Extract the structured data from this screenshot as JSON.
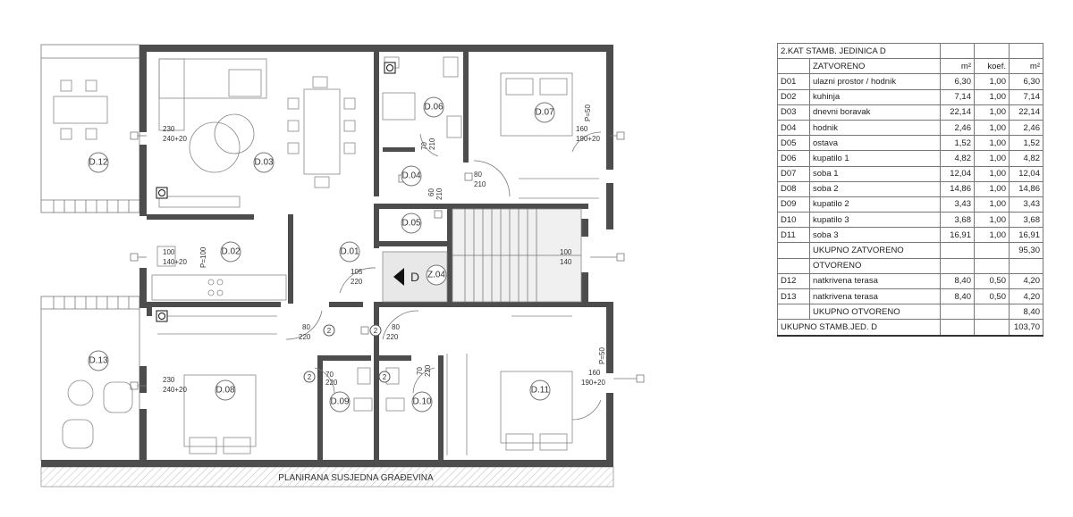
{
  "plan": {
    "neighbor_label": "PLANIRANA SUSJEDNA GRAĐEVINA",
    "stair_label": "D",
    "rooms": {
      "D01": "D.01",
      "D02": "D.02",
      "D03": "D.03",
      "D04": "D.04",
      "D05": "D.05",
      "D06": "D.06",
      "D07": "D.07",
      "D08": "D.08",
      "D09": "D.09",
      "D10": "D.10",
      "D11": "D.11",
      "D12": "D.12",
      "D13": "D.13",
      "Z04": "Z.04"
    },
    "dims": {
      "w230a": "230",
      "w240a": "240+20",
      "w230b": "230",
      "w240b": "240+20",
      "w100a": "100",
      "w140a": "140+20",
      "p100": "P=100",
      "w160a": "160",
      "w190a": "190+20",
      "p50a": "P=50",
      "w160b": "160",
      "w190b": "190+20",
      "p50b": "P=50",
      "d80a": "80",
      "d210a": "210",
      "d70a": "70",
      "d210b": "210",
      "d60": "60",
      "d210c": "210",
      "d105": "105",
      "d220a": "220",
      "d80b": "80",
      "d220b": "220",
      "d80c": "80",
      "d220c": "220",
      "d70b": "70",
      "d220d": "220",
      "d70c": "70",
      "d220e": "220",
      "w100c": "100",
      "w140c": "140",
      "m2": "2"
    }
  },
  "table": {
    "title": "2.KAT STAMB. JEDINICA D",
    "closed_header": "ZATVORENO",
    "col_m2": "m²",
    "col_koef": "koef.",
    "col_m2b": "m²",
    "closed_rows": [
      {
        "code": "D01",
        "name": "ulazni prostor / hodnik",
        "area": "6,30",
        "koef": "1,00",
        "total": "6,30"
      },
      {
        "code": "D02",
        "name": "kuhinja",
        "area": "7,14",
        "koef": "1,00",
        "total": "7,14"
      },
      {
        "code": "D03",
        "name": "dnevni boravak",
        "area": "22,14",
        "koef": "1,00",
        "total": "22,14"
      },
      {
        "code": "D04",
        "name": "hodnik",
        "area": "2,46",
        "koef": "1,00",
        "total": "2,46"
      },
      {
        "code": "D05",
        "name": "ostava",
        "area": "1,52",
        "koef": "1,00",
        "total": "1,52"
      },
      {
        "code": "D06",
        "name": "kupatilo 1",
        "area": "4,82",
        "koef": "1,00",
        "total": "4,82"
      },
      {
        "code": "D07",
        "name": "soba 1",
        "area": "12,04",
        "koef": "1,00",
        "total": "12,04"
      },
      {
        "code": "D08",
        "name": "soba 2",
        "area": "14,86",
        "koef": "1,00",
        "total": "14,86"
      },
      {
        "code": "D09",
        "name": "kupatilo 2",
        "area": "3,43",
        "koef": "1,00",
        "total": "3,43"
      },
      {
        "code": "D10",
        "name": "kupatilo 3",
        "area": "3,68",
        "koef": "1,00",
        "total": "3,68"
      },
      {
        "code": "D11",
        "name": "soba 3",
        "area": "16,91",
        "koef": "1,00",
        "total": "16,91"
      }
    ],
    "closed_total_label": "UKUPNO ZATVORENO",
    "closed_total": "95,30",
    "open_header": "OTVORENO",
    "open_rows": [
      {
        "code": "D12",
        "name": "natkrivena terasa",
        "area": "8,40",
        "koef": "0,50",
        "total": "4,20"
      },
      {
        "code": "D13",
        "name": "natkrivena terasa",
        "area": "8,40",
        "koef": "0,50",
        "total": "4,20"
      }
    ],
    "open_total_label": "UKUPNO OTVORENO",
    "open_total": "8,40",
    "grand_total_label": "UKUPNO STAMB.JED. D",
    "grand_total": "103,70"
  }
}
